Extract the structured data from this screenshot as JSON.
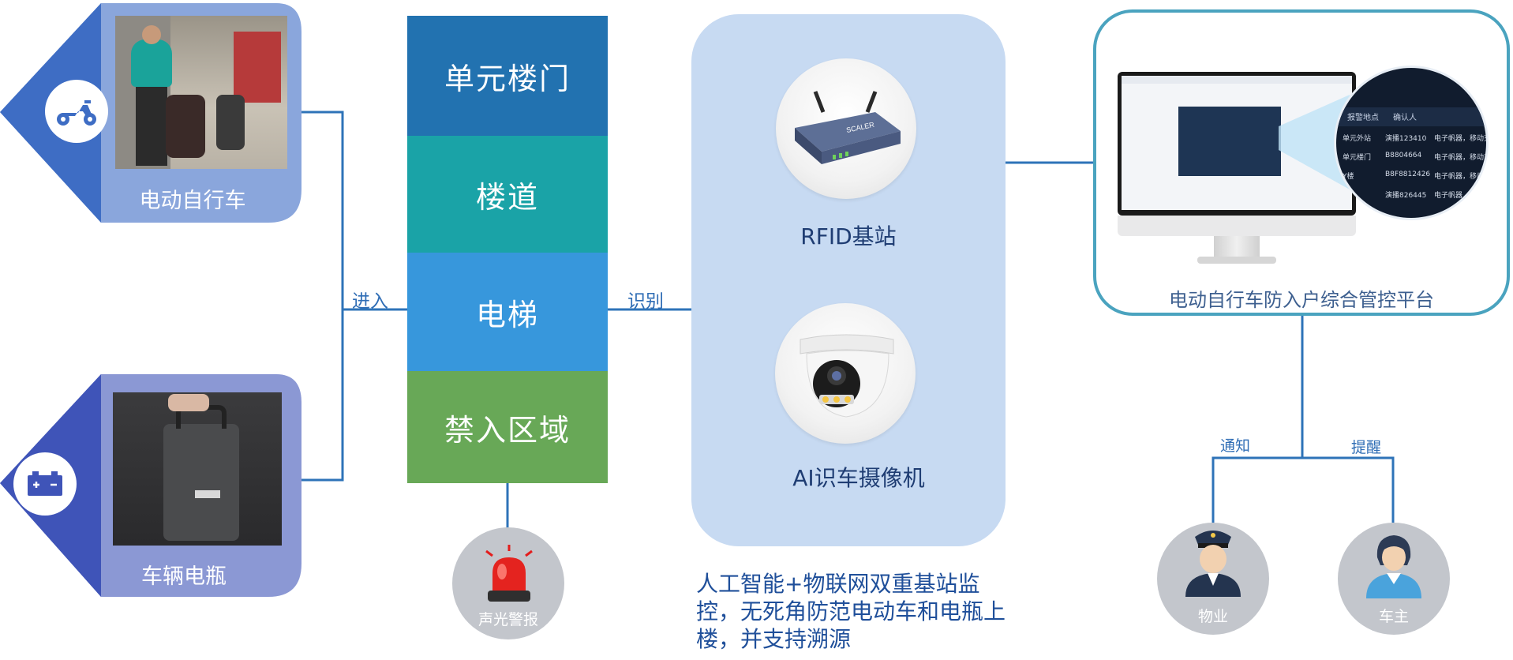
{
  "sources": {
    "ebike": {
      "label": "电动自行车",
      "icon": "scooter-icon"
    },
    "battery": {
      "label": "车辆电瓶",
      "icon": "battery-icon"
    }
  },
  "connectors": {
    "enter": "进入",
    "identify": "识别",
    "notify": "通知",
    "remind": "提醒"
  },
  "zones": [
    {
      "label": "单元楼门",
      "color": "#2272b0"
    },
    {
      "label": "楼道",
      "color": "#1aa3a7"
    },
    {
      "label": "电梯",
      "color": "#3797dc"
    },
    {
      "label": "禁入区域",
      "color": "#68a857"
    }
  ],
  "alarm": {
    "label": "声光警报"
  },
  "sensors": {
    "rfid": {
      "label": "RFID基站",
      "brand": "SCALER"
    },
    "camera": {
      "label": "AI识车摄像机"
    }
  },
  "summary": "人工智能+物联网双重基站监控，无死角防范电动车和电瓶上楼，并支持溯源",
  "platform": {
    "label": "电动自行车防入户综合管控平台",
    "zoom_rows": [
      [
        "单元外站",
        "演播123410",
        "电子帆器，移动充"
      ],
      [
        "单元楼门",
        "B8804664",
        "电子帆器，移动充"
      ],
      [
        "Y楼",
        "B8F8812426",
        "电子帆器，移动充"
      ],
      [
        "",
        "演播826445",
        "电子帆器"
      ]
    ],
    "zoom_header": [
      "报警地点",
      "确认人"
    ]
  },
  "receivers": {
    "property": {
      "label": "物业"
    },
    "owner": {
      "label": "车主"
    }
  },
  "colors": {
    "line": "#2e73b8",
    "card_top": "#8aa6dc",
    "card_bottom": "#8b98d4",
    "hex_top": "#3e6dc4",
    "hex_bottom": "#3f54b8",
    "panel": "#c7daf2",
    "platform_border": "#4aa3bf"
  }
}
